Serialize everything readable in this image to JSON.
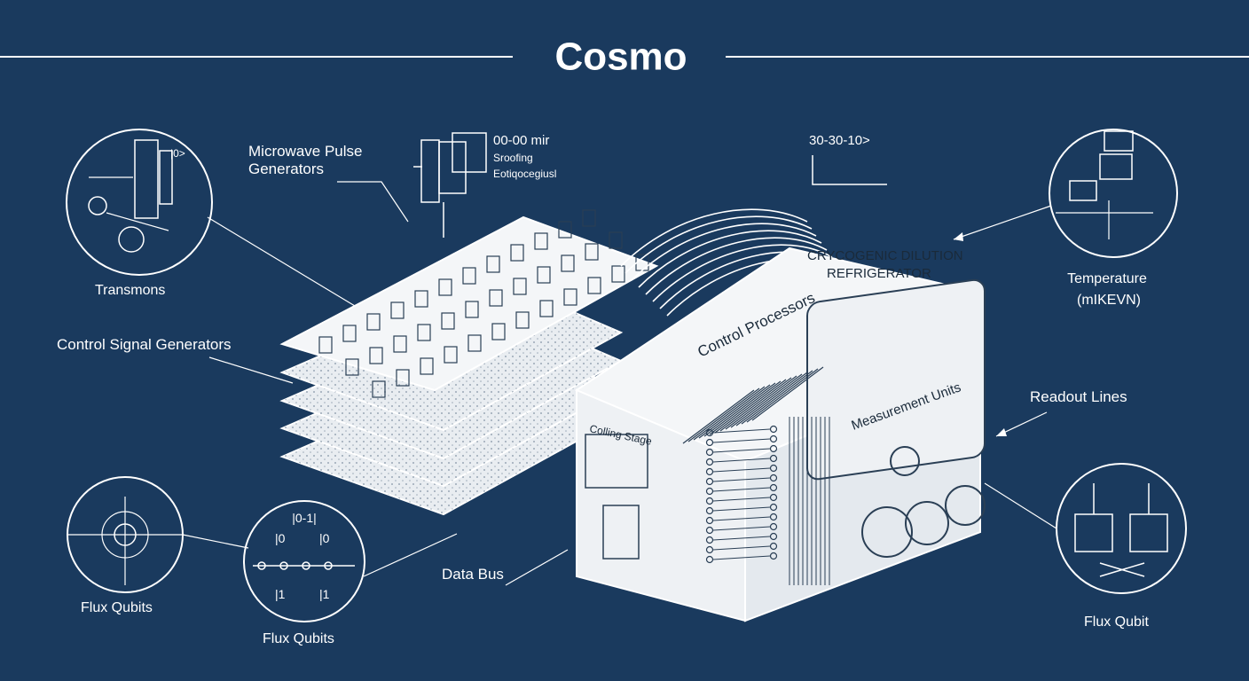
{
  "title": "Cosmo",
  "labels": {
    "microwave_pulse_generators": [
      "Microwave Pulse",
      "Generators"
    ],
    "top_readout_time": "00-00 mir",
    "top_readout_line2": "Sroofing",
    "top_readout_line3": "Eotiqocegiusl",
    "top_signal": "30-30-10>",
    "transmons": "Transmons",
    "control_signal_generators": "Control Signal Generators",
    "cryogenic_dilution_refrigerator": [
      "CRYCOGENIC DILUTION",
      "REFRIGERATOR"
    ],
    "control_processors": "Control Processors",
    "measurement_units": "Measurement Units",
    "cooling_stage": "Colling Stage",
    "temperature": [
      "Temperature",
      "(mIKEVN)"
    ],
    "readout_lines": "Readout Lines",
    "data_bus": "Data Bus",
    "flux_qubits_left": "Flux Qubits",
    "flux_qubits_center": "Flux Qubits",
    "flux_qubit_right": "Flux Qubit",
    "transmon_ket": "|0>",
    "qubit_state_header": "|0-1|",
    "qubit_ket_0": "|0",
    "qubit_ket_1": "|1"
  },
  "colors": {
    "background": "#1a3a5e",
    "line": "#ffffff",
    "panel_fill": "#f4f6f8"
  }
}
